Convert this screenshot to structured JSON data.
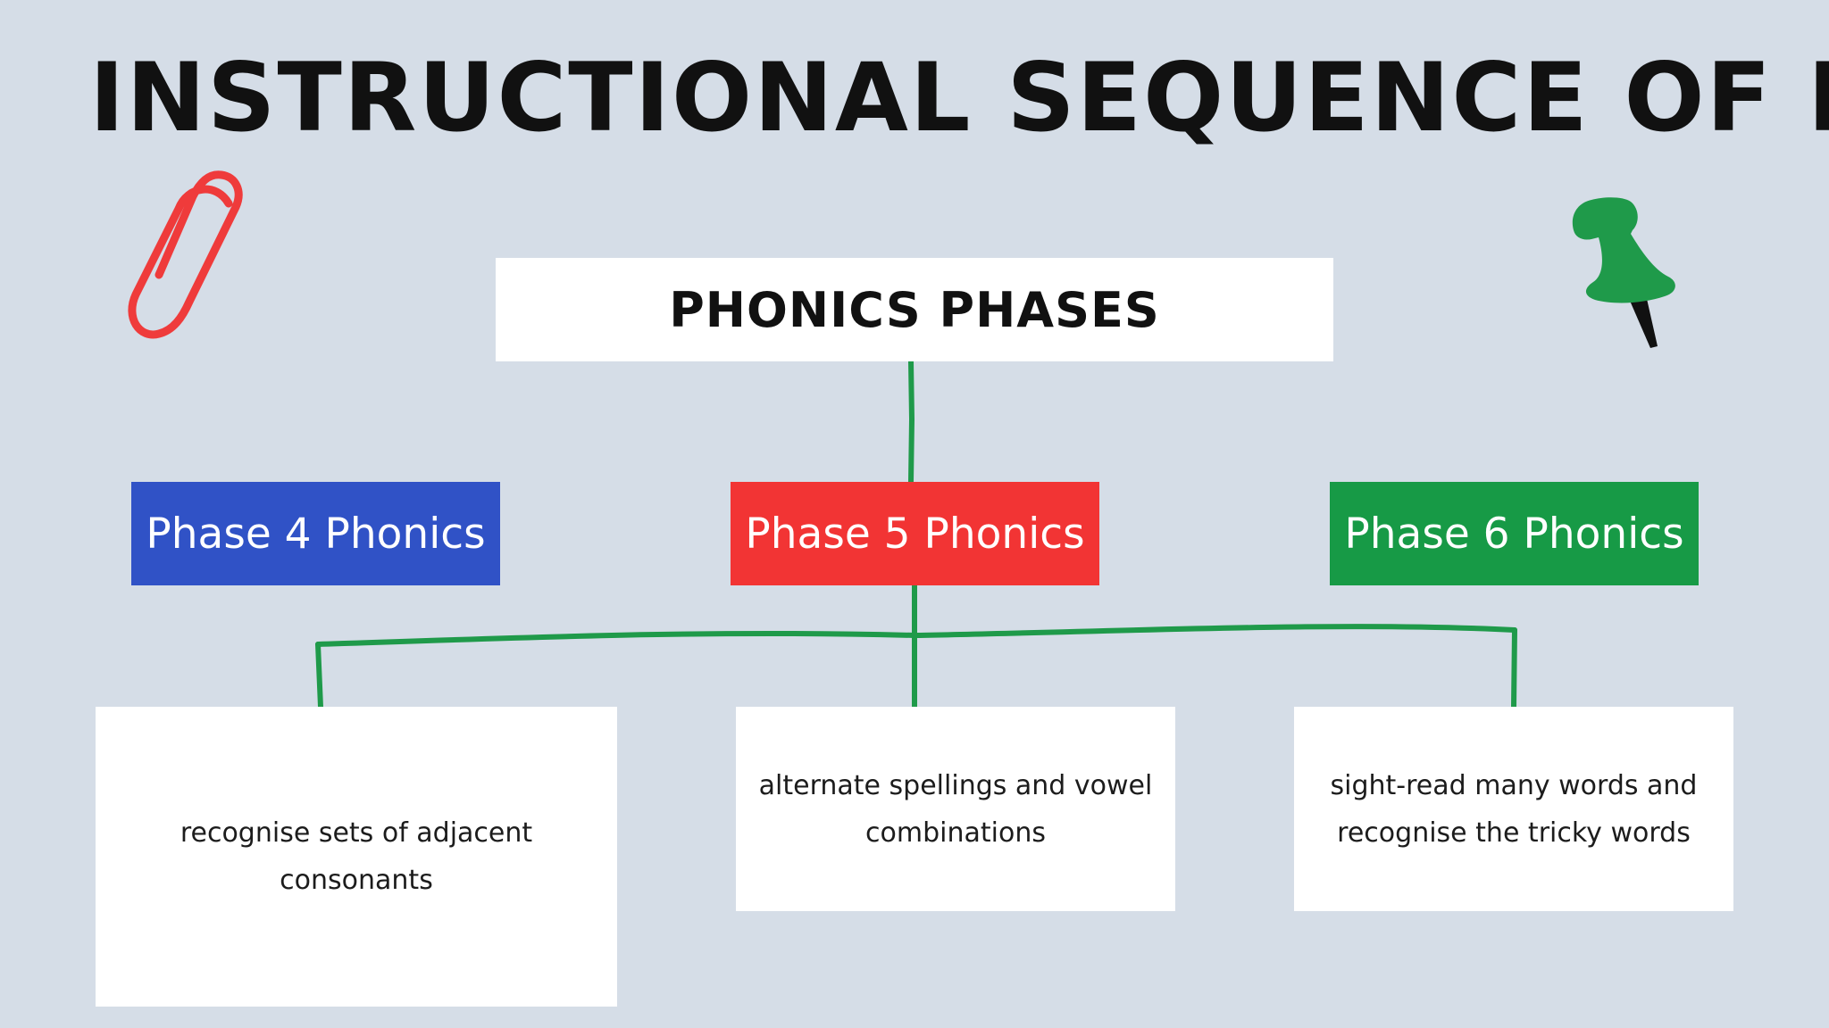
{
  "title": "INSTRUCTIONAL SEQUENCE OF PHONICS",
  "root": {
    "label": "PHONICS PHASES"
  },
  "phases": [
    {
      "label": "Phase 4 Phonics",
      "color": "#3052c6"
    },
    {
      "label": "Phase 5 Phonics",
      "color": "#f23434"
    },
    {
      "label": "Phase 6 Phonics",
      "color": "#179a46"
    }
  ],
  "descriptions": [
    {
      "text": "recognise sets of adjacent consonants"
    },
    {
      "text": "alternate spellings and vowel combinations"
    },
    {
      "text": "sight-read many words and recognise the tricky words"
    }
  ],
  "colors": {
    "background": "#d5dde7",
    "connector": "#1f9a4a",
    "paperclip": "#ef3b3b",
    "pushpin": "#1f9a4a"
  },
  "icons": {
    "decor_left": "paperclip-icon",
    "decor_right": "pushpin-icon"
  }
}
